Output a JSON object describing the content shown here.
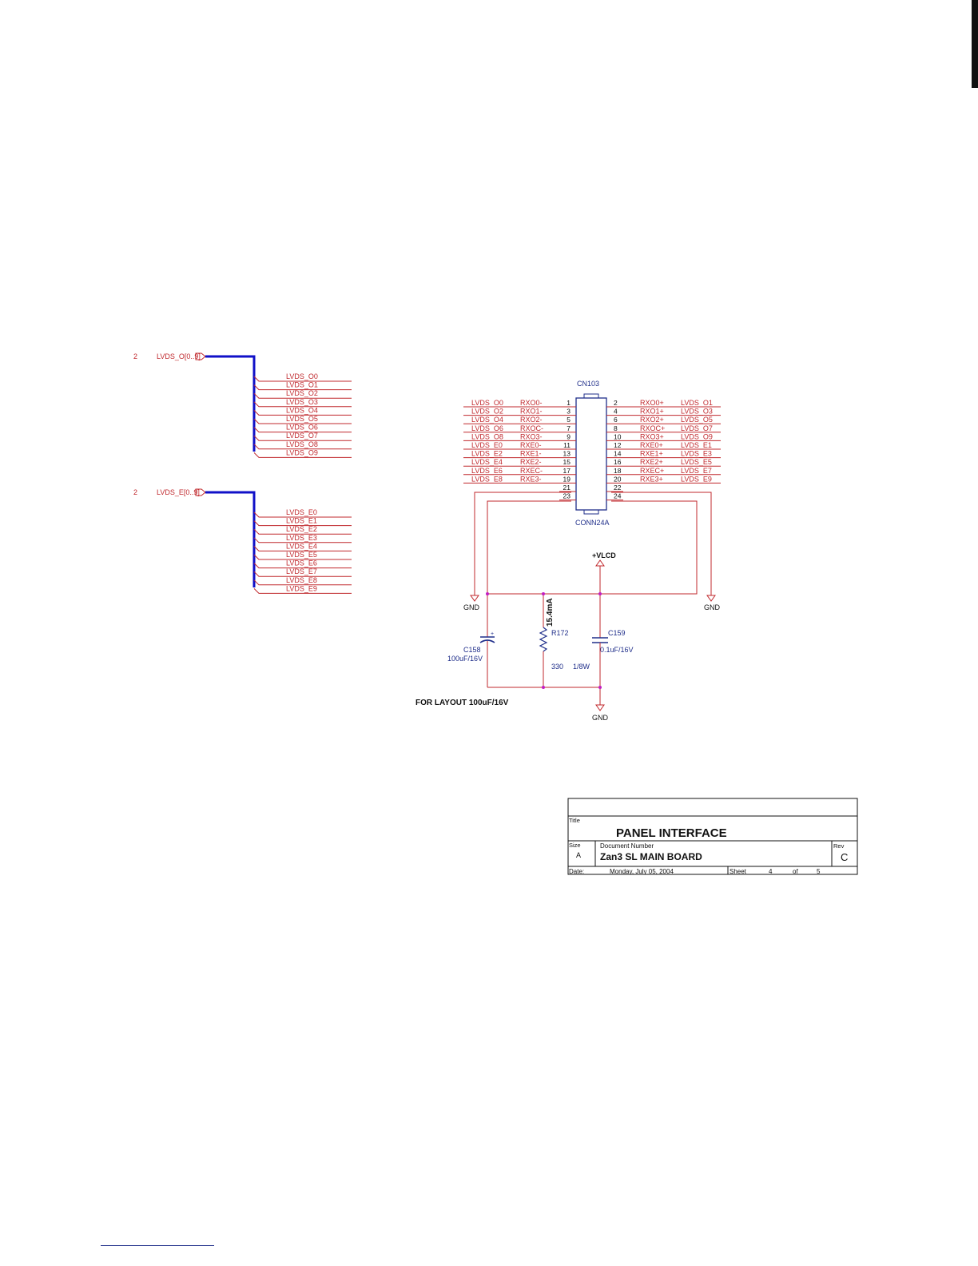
{
  "bus_o": {
    "sheet_ref": "2",
    "port_label": "LVDS_O[0..9]",
    "nets": [
      "LVDS_O0",
      "LVDS_O1",
      "LVDS_O2",
      "LVDS_O3",
      "LVDS_O4",
      "LVDS_O5",
      "LVDS_O6",
      "LVDS_O7",
      "LVDS_O8",
      "LVDS_O9"
    ]
  },
  "bus_e": {
    "sheet_ref": "2",
    "port_label": "LVDS_E[0..9]",
    "nets": [
      "LVDS_E0",
      "LVDS_E1",
      "LVDS_E2",
      "LVDS_E3",
      "LVDS_E4",
      "LVDS_E5",
      "LVDS_E6",
      "LVDS_E7",
      "LVDS_E8",
      "LVDS_E9"
    ]
  },
  "connector": {
    "refdes": "CN103",
    "part": "CONN24A",
    "left_rows": [
      {
        "net": "LVDS_O0",
        "sig": "RXO0-",
        "pin": "1"
      },
      {
        "net": "LVDS_O2",
        "sig": "RXO1-",
        "pin": "3"
      },
      {
        "net": "LVDS_O4",
        "sig": "RXO2-",
        "pin": "5"
      },
      {
        "net": "LVDS_O6",
        "sig": "RXOC-",
        "pin": "7"
      },
      {
        "net": "LVDS_O8",
        "sig": "RXO3-",
        "pin": "9"
      },
      {
        "net": "LVDS_E0",
        "sig": "RXE0-",
        "pin": "11"
      },
      {
        "net": "LVDS_E2",
        "sig": "RXE1-",
        "pin": "13"
      },
      {
        "net": "LVDS_E4",
        "sig": "RXE2-",
        "pin": "15"
      },
      {
        "net": "LVDS_E6",
        "sig": "RXEC-",
        "pin": "17"
      },
      {
        "net": "LVDS_E8",
        "sig": "RXE3-",
        "pin": "19"
      },
      {
        "net": "",
        "sig": "",
        "pin": "21"
      },
      {
        "net": "",
        "sig": "",
        "pin": "23"
      }
    ],
    "right_rows": [
      {
        "net": "LVDS_O1",
        "sig": "RXO0+",
        "pin": "2"
      },
      {
        "net": "LVDS_O3",
        "sig": "RXO1+",
        "pin": "4"
      },
      {
        "net": "LVDS_O5",
        "sig": "RXO2+",
        "pin": "6"
      },
      {
        "net": "LVDS_O7",
        "sig": "RXOC+",
        "pin": "8"
      },
      {
        "net": "LVDS_O9",
        "sig": "RXO3+",
        "pin": "10"
      },
      {
        "net": "LVDS_E1",
        "sig": "RXE0+",
        "pin": "12"
      },
      {
        "net": "LVDS_E3",
        "sig": "RXE1+",
        "pin": "14"
      },
      {
        "net": "LVDS_E5",
        "sig": "RXE2+",
        "pin": "16"
      },
      {
        "net": "LVDS_E7",
        "sig": "RXEC+",
        "pin": "18"
      },
      {
        "net": "LVDS_E9",
        "sig": "RXE3+",
        "pin": "20"
      },
      {
        "net": "",
        "sig": "",
        "pin": "22"
      },
      {
        "net": "",
        "sig": "",
        "pin": "24"
      }
    ]
  },
  "power": {
    "vlcd": "+VLCD",
    "gnd": "GND"
  },
  "components": {
    "c158": {
      "refdes": "C158",
      "value": "100uF/16V",
      "polarity": "+"
    },
    "r172": {
      "refdes": "R172",
      "value": "330",
      "rating": "1/8W",
      "current": "15.4mA"
    },
    "c159": {
      "refdes": "C159",
      "value": "0.1uF/16V"
    }
  },
  "layout_note": "FOR LAYOUT 100uF/16V",
  "title_block": {
    "title_caption": "Title",
    "title": "PANEL INTERFACE",
    "size_caption": "Size",
    "size": "A",
    "docnum_caption": "Document Number",
    "docnum": "Zan3 SL MAIN BOARD",
    "rev_caption": "Rev",
    "rev": "C",
    "date_caption": "Date:",
    "date": "Monday, July 05, 2004",
    "sheet_caption": "Sheet",
    "sheet": "4",
    "of_caption": "of",
    "total": "5"
  },
  "colors": {
    "net": "#c0282d",
    "bus": "#1010c8",
    "part": "#1f2e8a",
    "junction": "#c21fc2",
    "text": "#111111"
  }
}
